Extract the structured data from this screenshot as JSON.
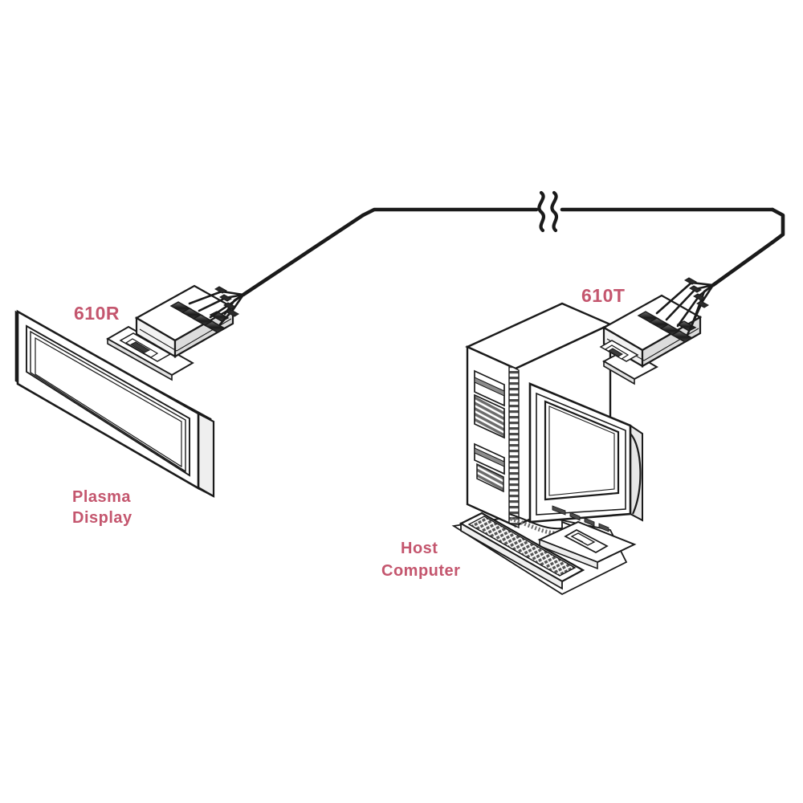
{
  "diagram": {
    "title": "610R / 610T fiber optic transmitter-receiver connection diagram",
    "background_color": "#ffffff",
    "line_color": "#1a1a1a",
    "label_color": "#c4566e",
    "fill_light": "#ffffff",
    "fill_shade": "#d8d8d8",
    "fill_dark": "#4a4a4a"
  },
  "labels": {
    "receiver_module": "610R",
    "transmitter_module": "610T",
    "display_line1": "Plasma",
    "display_line2": "Display",
    "computer_line1": "Host",
    "computer_line2": "Computer"
  },
  "devices": [
    {
      "id": "plasma-display",
      "name": "Plasma Display",
      "side": "left",
      "connected_module": "610R",
      "connector_count": 5
    },
    {
      "id": "host-computer",
      "name": "Host Computer",
      "side": "right",
      "connected_module": "610T",
      "connector_count": 5,
      "parts": [
        "tower",
        "monitor",
        "keyboard",
        "mouse"
      ]
    }
  ],
  "cable": {
    "type": "fiber-optic-link",
    "break_symbol": "squiggle-break",
    "description": "Single long fiber run between 610T and 610R with a break symbol indicating extended length"
  }
}
